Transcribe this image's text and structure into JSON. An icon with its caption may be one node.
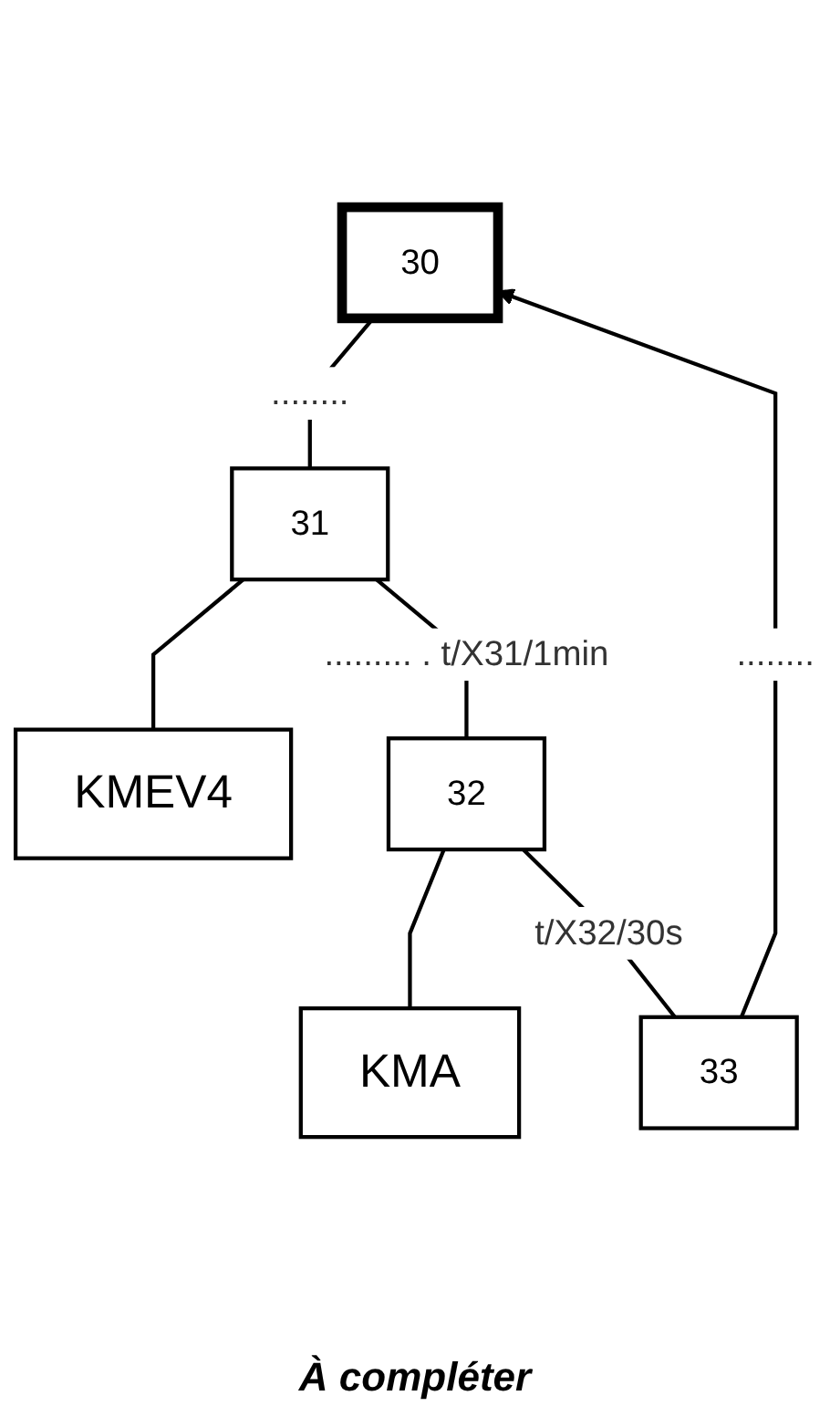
{
  "diagram": {
    "caption": "À compléter",
    "nodes": [
      {
        "text": [
          "30"
        ]
      },
      {
        "text": [
          "31"
        ]
      },
      {
        "text": [
          "KMEV4"
        ]
      },
      {
        "text": [
          "32"
        ]
      },
      {
        "text": [
          "KMA"
        ]
      },
      {
        "text": [
          "33"
        ]
      }
    ],
    "edges": [
      {
        "from": 0,
        "to": 1,
        "arrow": "none",
        "label": "........"
      },
      {
        "from": 1,
        "to": 2,
        "arrow": "none"
      },
      {
        "from": 1,
        "to": 3,
        "arrow": "none",
        "label": "......... . t/X31/1min"
      },
      {
        "from": 3,
        "to": 4,
        "arrow": "none"
      },
      {
        "from": 3,
        "to": 5,
        "arrow": "none",
        "label": "t/X32/30s"
      },
      {
        "from": 5,
        "to": 0,
        "arrow": "to",
        "label": "........"
      }
    ]
  }
}
